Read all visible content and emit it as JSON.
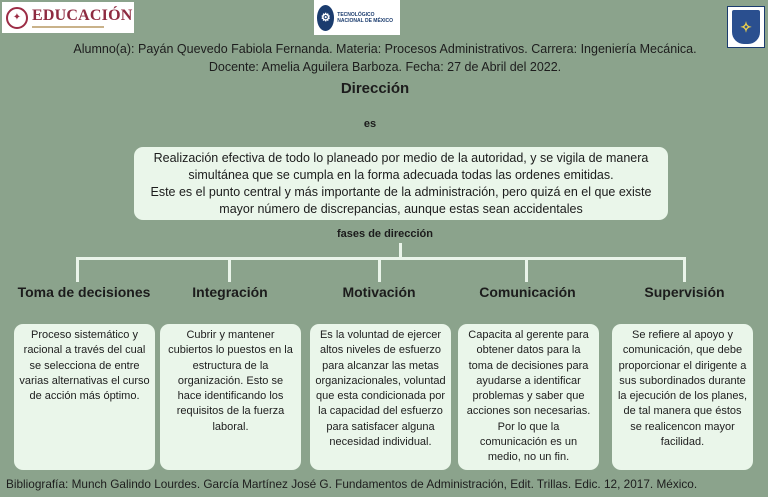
{
  "logos": {
    "left_text": "EDUCACIÓN",
    "middle_text": "TECNOLÓGICO NACIONAL DE MÉXICO"
  },
  "header": {
    "line1": "Alumno(a): Payán Quevedo Fabiola Fernanda. Materia: Procesos Administrativos. Carrera: Ingeniería Mecánica.",
    "line2": "Docente: Amelia Aguilera Barboza. Fecha: 27 de Abril del 2022."
  },
  "title": "Dirección",
  "connector_es": "es",
  "definition": {
    "p1": "Realización efectiva de todo lo planeado por medio de la autoridad, y se vigila de manera simultánea que se cumpla en la forma adecuada todas las ordenes emitidas.",
    "p2": "Este es el punto central y más importante de la administración, pero quizá en el que existe mayor número de discrepancias, aunque estas sean accidentales"
  },
  "connector_fases": "fases de dirección",
  "phases": [
    {
      "name": "Toma de decisiones",
      "description": "Proceso sistemático y racional a través del cual se selecciona de entre varias alternativas el curso de acción más óptimo."
    },
    {
      "name": "Integración",
      "description": "Cubrir y mantener cubiertos lo puestos en la estructura de la organización. Esto se hace identificando los requisitos de la fuerza laboral."
    },
    {
      "name": "Motivación",
      "description": "Es la voluntad de ejercer altos niveles de esfuerzo para alcanzar las metas organizacionales, voluntad que esta condicionada por la capacidad del esfuerzo para satisfacer alguna necesidad individual."
    },
    {
      "name": "Comunicación",
      "description": "Capacita al gerente para obtener datos para la toma de decisiones para ayudarse a identificar problemas y saber que acciones son necesarias. Por lo que la comunicación es un medio, no un fin."
    },
    {
      "name": "Supervisión",
      "description": "Se refiere al apoyo y comunicación, que debe proporcionar el dirigente a sus subordinados durante la ejecución de los planes, de tal manera que éstos se realicencon mayor facilidad."
    }
  ],
  "bibliography": "Bibliografía: Munch Galindo Lourdes. García Martínez José G. Fundamentos de Administración, Edit. Trillas. Edic. 12, 2017. México."
}
